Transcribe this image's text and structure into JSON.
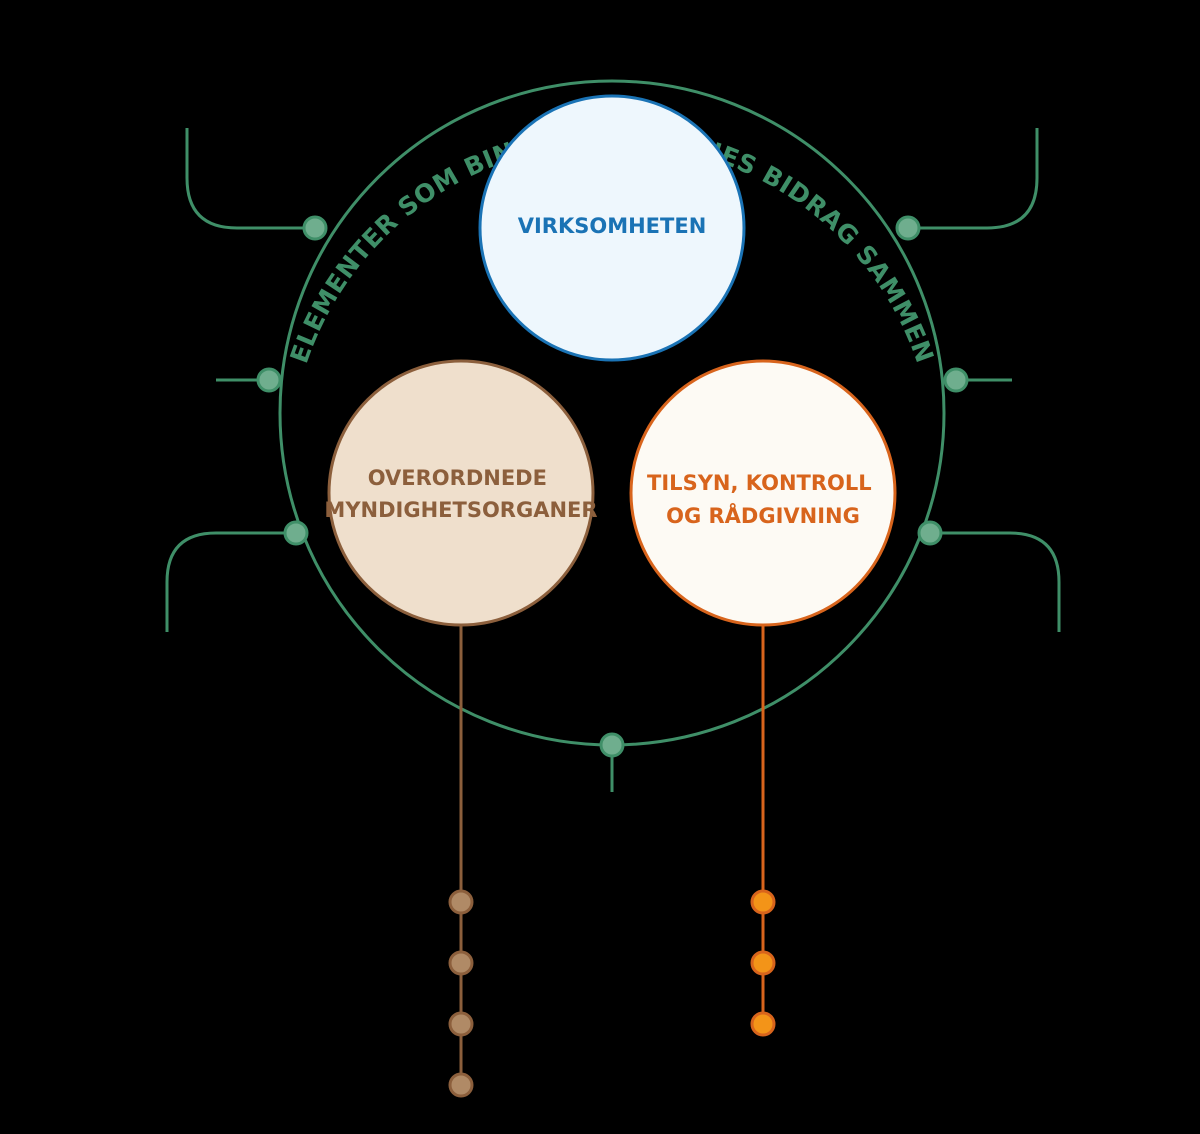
{
  "diagram": {
    "arc_title": "ELEMENTER SOM BINDER AKTØRENES BIDRAG SAMMEN",
    "circles": {
      "virksomheten": {
        "lines": [
          "VIRKSOMHETEN"
        ]
      },
      "overordnede": {
        "lines": [
          "OVERORDNEDE",
          "MYNDIGHETSORGANER"
        ]
      },
      "tilsyn": {
        "lines": [
          "TILSYN, KONTROLL",
          "OG RÅDGIVNING"
        ]
      }
    }
  },
  "colors": {
    "background": "#000000",
    "green": "#3f8f68",
    "green_node_fill": "#6fae8e",
    "blue": "#1a73b5",
    "blue_fill": "#eef7fd",
    "brown": "#8c5f3c",
    "brown_fill": "#efdfcc",
    "brown_node": "#b08a66",
    "orange": "#d8641c",
    "orange_fill": "#fdfaf4",
    "orange_node": "#f39418"
  }
}
